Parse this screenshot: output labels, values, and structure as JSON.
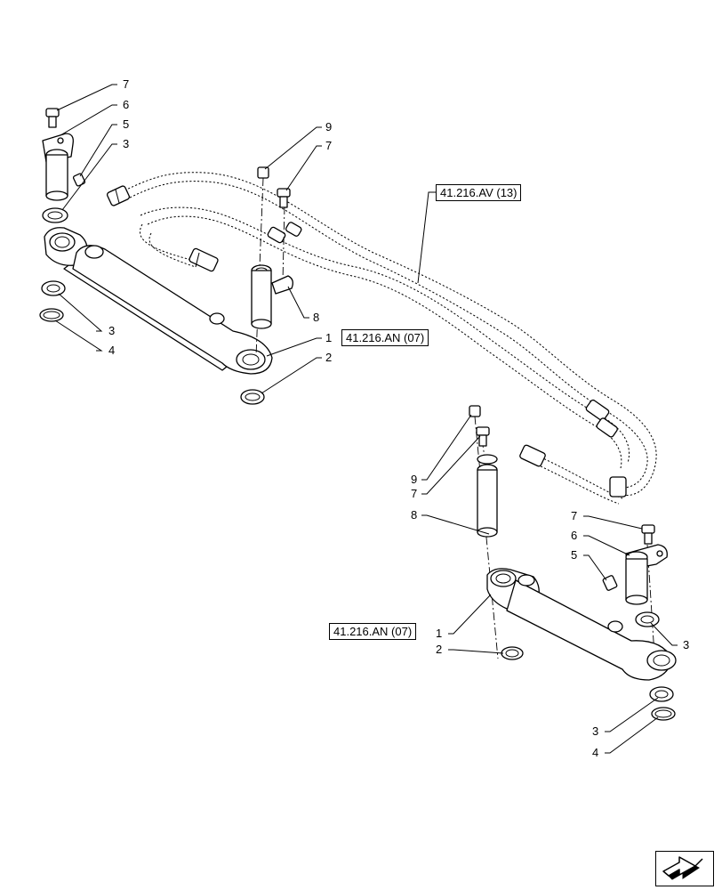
{
  "references": {
    "hose_ref": "41.216.AV (13)",
    "cyl_left_ref": "41.216.AN (07)",
    "cyl_right_ref": "41.216.AN (07)"
  },
  "callouts": {
    "left": {
      "bolt": "7",
      "pin_plate": "6",
      "grease_fitting": "5",
      "ring_top": "3",
      "cylinder": "1",
      "washer": "2",
      "ring_bottom": "3",
      "ring_lower": "4"
    },
    "center": {
      "nipple": "9",
      "bolt": "7",
      "pin": "8"
    },
    "right": {
      "nipple": "9",
      "bolt_a": "7",
      "pin": "8",
      "bolt_b": "7",
      "pin_plate": "6",
      "grease_fitting": "5",
      "ring_right": "3",
      "cylinder": "1",
      "washer": "2",
      "ring_bottom": "3",
      "ring_lower": "4"
    }
  }
}
